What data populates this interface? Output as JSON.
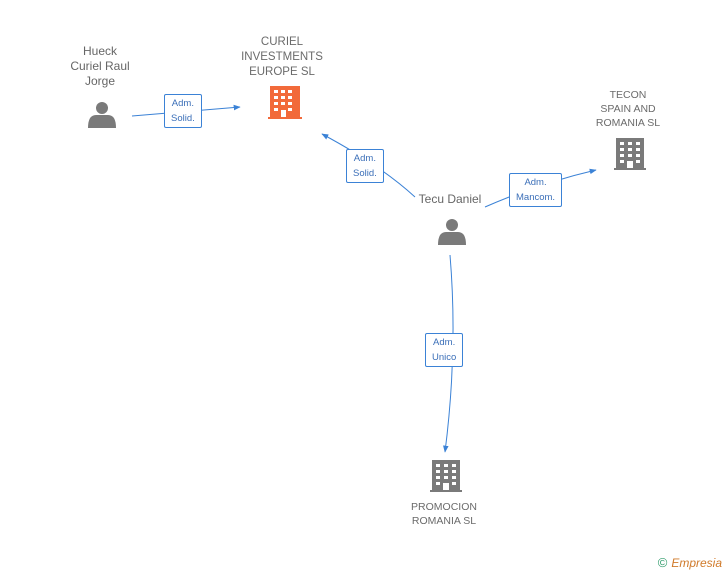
{
  "nodes": {
    "hueck": {
      "name_lines": [
        "Hueck",
        "Curiel Raul",
        "Jorge"
      ],
      "icon": "person-icon"
    },
    "curiel_investments": {
      "name_lines": [
        "CURIEL",
        "INVESTMENTS",
        "EUROPE SL"
      ],
      "icon": "building-icon",
      "color": "#f26a3a"
    },
    "tecon": {
      "name_lines": [
        "TECON",
        "SPAIN AND",
        "ROMANIA SL"
      ],
      "icon": "building-icon",
      "color": "#7a7a7a"
    },
    "tecu": {
      "name_lines": [
        "Tecu Daniel"
      ],
      "icon": "person-icon"
    },
    "promocion": {
      "name_lines": [
        "PROMOCION",
        "ROMANIA SL"
      ],
      "icon": "building-icon",
      "color": "#7a7a7a"
    }
  },
  "edges": [
    {
      "from": "hueck",
      "to": "curiel_investments",
      "role_lines": [
        "Adm.",
        "Solid."
      ]
    },
    {
      "from": "tecu",
      "to": "curiel_investments",
      "role_lines": [
        "Adm.",
        "Solid."
      ]
    },
    {
      "from": "tecu",
      "to": "tecon",
      "role_lines": [
        "Adm.",
        "Mancom."
      ]
    },
    {
      "from": "tecu",
      "to": "promocion",
      "role_lines": [
        "Adm.",
        "Unico"
      ]
    }
  ],
  "colors": {
    "edge": "#3b82d6",
    "person": "#7a7a7a",
    "text": "#666666"
  },
  "footer": {
    "copyright_symbol": "©",
    "brand": "Empresia"
  }
}
